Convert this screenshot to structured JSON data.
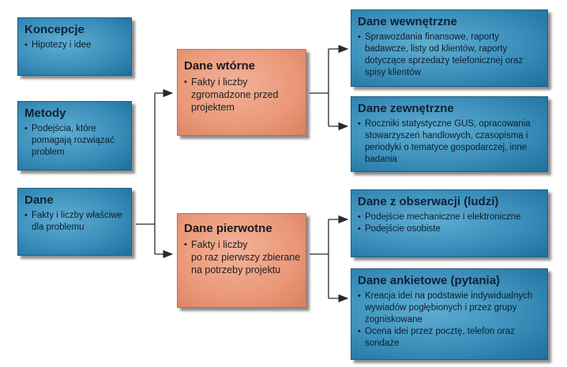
{
  "left": {
    "koncepcje": {
      "title": "Koncepcje",
      "items": [
        "Hipotezy i idee"
      ]
    },
    "metody": {
      "title": "Metody",
      "items": [
        "Podejścia, które pomagają rozwiązać problem"
      ]
    },
    "dane": {
      "title": "Dane",
      "items": [
        "Fakty i liczby właściwe dla problemu"
      ]
    }
  },
  "middle": {
    "wtorne": {
      "title": "Dane wtórne",
      "items": [
        "Fakty i liczby zgromadzone przed projektem"
      ]
    },
    "pierwotne": {
      "title": "Dane pierwotne",
      "items": [
        "Fakty i liczby"
      ],
      "extra": "po raz pierwszy zbierane na potrzeby projektu"
    }
  },
  "right": {
    "wewnetrzne": {
      "title": "Dane wewnętrzne",
      "items": [
        "Sprawozdania finansowe, raporty badawcze, listy od klientów, raporty dotyczące sprzedaży telefonicznej oraz spisy klientów"
      ]
    },
    "zewnetrzne": {
      "title": "Dane zewnętrzne",
      "items": [
        "Roczniki statystyczne GUS, opracowania stowarzyszeń handlowych, czasopisma i periodyki o tematyce gospodarczej, inne badania"
      ]
    },
    "obserwacji": {
      "title": "Dane z obserwacji (ludzi)",
      "items": [
        "Podejście mechaniczne i elektroniczne",
        "Podejście osobiste"
      ]
    },
    "ankietowe": {
      "title": "Dane ankietowe (pytania)",
      "items": [
        "Kreacja idei na podstawie indywidualnych wywiadów pogłębionych i przez grupy zogniskowane",
        "Ocena idei przez pocztę, telefon oraz sondaże"
      ]
    }
  },
  "colors": {
    "blue": "#3b8fba",
    "salmon": "#ea9878",
    "line": "#2a2a2a"
  }
}
